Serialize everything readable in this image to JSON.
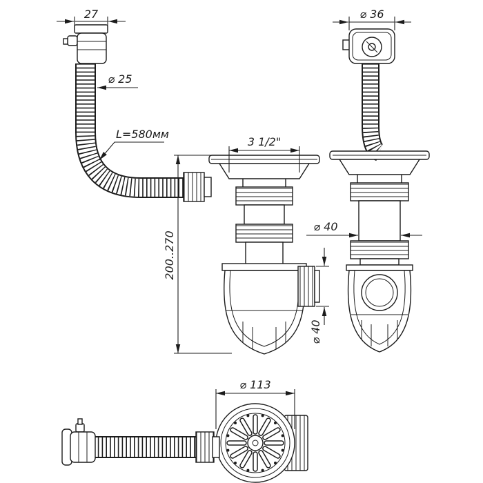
{
  "drawing": {
    "background_color": "#ffffff",
    "line_color": "#1c1c1c",
    "dimensions": {
      "overflow_head_width": "27",
      "overflow_hose_diameter": "⌀ 25",
      "overflow_hose_length": "L=580мм",
      "strainer_size": "3 1/2\"",
      "installation_height": "200..270",
      "outlet_diameter": "⌀ 40",
      "overflow_cap_diameter": "⌀ 36",
      "pipe_diameter": "⌀ 40",
      "strainer_diameter": "⌀ 113"
    }
  }
}
